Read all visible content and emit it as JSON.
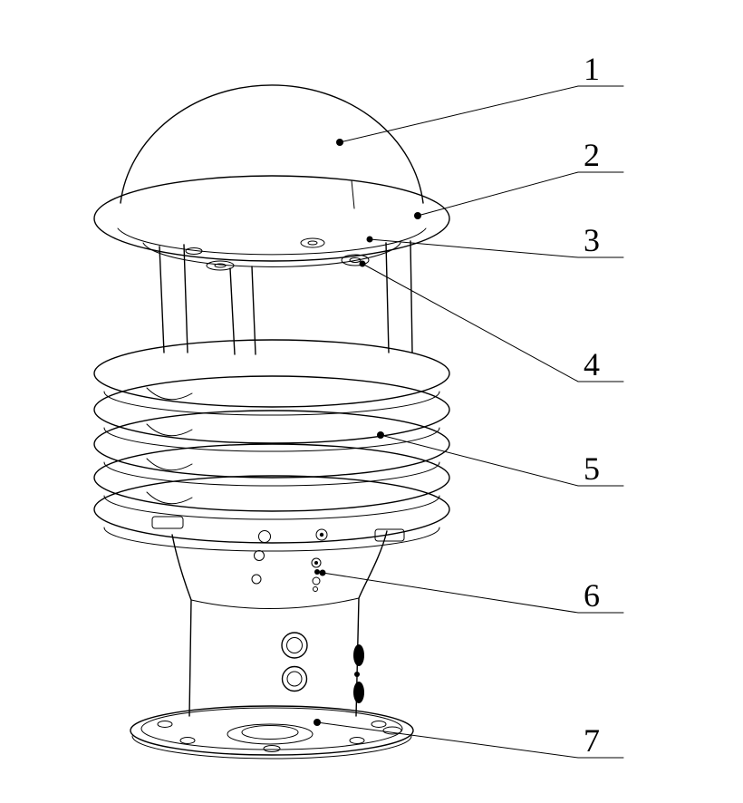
{
  "callouts": {
    "labels": [
      "1",
      "2",
      "3",
      "4",
      "5",
      "6",
      "7"
    ]
  },
  "colors": {
    "line": "#000000",
    "background": "#ffffff"
  }
}
